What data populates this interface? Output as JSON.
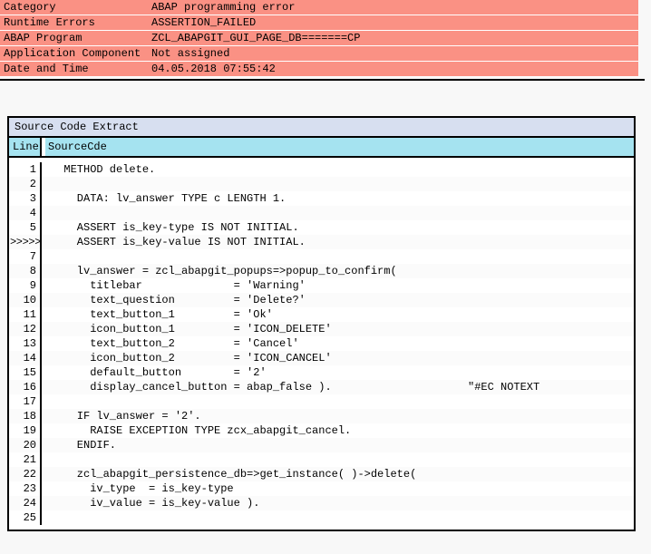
{
  "error_summary": {
    "rows": [
      {
        "label": "Category",
        "value": "ABAP programming error"
      },
      {
        "label": "Runtime Errors",
        "value": "ASSERTION_FAILED"
      },
      {
        "label": "ABAP Program",
        "value": "ZCL_ABAPGIT_GUI_PAGE_DB=======CP"
      },
      {
        "label": "Application Component",
        "value": "Not assigned"
      },
      {
        "label": "Date and Time",
        "value": "04.05.2018 07:55:42"
      }
    ],
    "row_color": "#fa9184"
  },
  "source_panel": {
    "title": "Source Code Extract",
    "title_color": "#d7dff0",
    "header_color": "#a5e3f0",
    "columns": {
      "line": "Line",
      "source": "SourceCde"
    },
    "error_marker": ">>>>>",
    "lines": [
      {
        "no": "1",
        "code": "  METHOD delete."
      },
      {
        "no": "2",
        "code": ""
      },
      {
        "no": "3",
        "code": "    DATA: lv_answer TYPE c LENGTH 1."
      },
      {
        "no": "4",
        "code": ""
      },
      {
        "no": "5",
        "code": "    ASSERT is_key-type IS NOT INITIAL."
      },
      {
        "no": ">>>>>",
        "code": "    ASSERT is_key-value IS NOT INITIAL.",
        "error": true
      },
      {
        "no": "7",
        "code": ""
      },
      {
        "no": "8",
        "code": "    lv_answer = zcl_abapgit_popups=>popup_to_confirm("
      },
      {
        "no": "9",
        "code": "      titlebar              = 'Warning'"
      },
      {
        "no": "10",
        "code": "      text_question         = 'Delete?'"
      },
      {
        "no": "11",
        "code": "      text_button_1         = 'Ok'"
      },
      {
        "no": "12",
        "code": "      icon_button_1         = 'ICON_DELETE'"
      },
      {
        "no": "13",
        "code": "      text_button_2         = 'Cancel'"
      },
      {
        "no": "14",
        "code": "      icon_button_2         = 'ICON_CANCEL'"
      },
      {
        "no": "15",
        "code": "      default_button        = '2'"
      },
      {
        "no": "16",
        "code": "      display_cancel_button = abap_false ).",
        "trail": "\"#EC NOTEXT"
      },
      {
        "no": "17",
        "code": ""
      },
      {
        "no": "18",
        "code": "    IF lv_answer = '2'."
      },
      {
        "no": "19",
        "code": "      RAISE EXCEPTION TYPE zcx_abapgit_cancel."
      },
      {
        "no": "20",
        "code": "    ENDIF."
      },
      {
        "no": "21",
        "code": ""
      },
      {
        "no": "22",
        "code": "    zcl_abapgit_persistence_db=>get_instance( )->delete("
      },
      {
        "no": "23",
        "code": "      iv_type  = is_key-type"
      },
      {
        "no": "24",
        "code": "      iv_value = is_key-value )."
      },
      {
        "no": "25",
        "code": ""
      }
    ]
  }
}
